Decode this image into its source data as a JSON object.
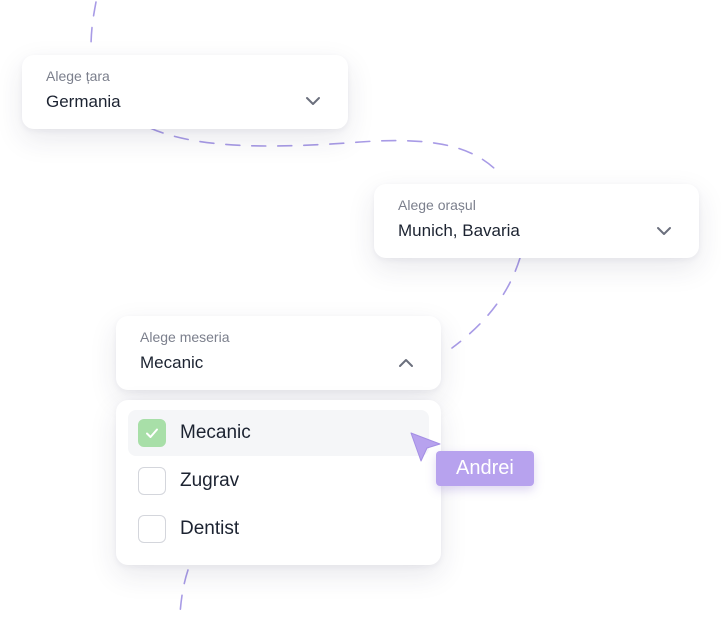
{
  "country_select": {
    "label": "Alege țara",
    "value": "Germania",
    "icon": "chevron-down-icon"
  },
  "city_select": {
    "label": "Alege orașul",
    "value": "Munich, Bavaria",
    "icon": "chevron-down-icon"
  },
  "job_select": {
    "label": "Alege meseria",
    "value": "Mecanic",
    "icon": "chevron-up-icon"
  },
  "job_options": [
    {
      "label": "Mecanic",
      "checked": true
    },
    {
      "label": "Zugrav",
      "checked": false
    },
    {
      "label": "Dentist",
      "checked": false
    }
  ],
  "cursor": {
    "name": "Andrei",
    "color": "#b7a2ee"
  },
  "colors": {
    "path": "#a89be6",
    "check": "#a8dfa8",
    "text": "#1c2331",
    "label": "#7b7f8c"
  }
}
